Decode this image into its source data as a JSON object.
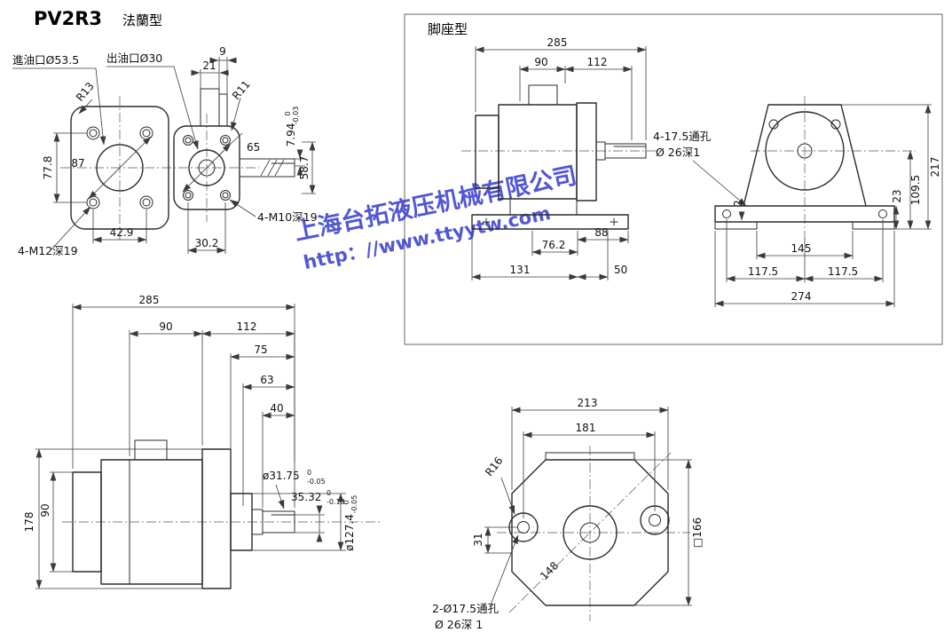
{
  "header": {
    "model": "PV2R3",
    "type_label": "法蘭型"
  },
  "foot_section": {
    "title": "脚座型"
  },
  "watermark": {
    "line1": "上海台拓液压机械有限公司",
    "line2": "http：//www.ttyytw.com",
    "color": "#2b33cc"
  },
  "colors": {
    "line": "#2b2b2b",
    "dim": "#3a3a3a"
  },
  "flange_front": {
    "inlet_label": "進油口Ø53.5",
    "outlet_label": "出油口Ø30",
    "d9": "9",
    "d21": "21",
    "r13": "R13",
    "r11": "R11",
    "d87": "87",
    "d77_8": "77.8",
    "d65": "65",
    "d7_94": "7.94",
    "d7_94_hi": "0",
    "d7_94_lo": "-0.03",
    "d58_7": "58.7",
    "d42_9": "42.9",
    "d30_2": "30.2",
    "m10": "4-M10深19",
    "m12": "4-M12深19"
  },
  "flange_side": {
    "d285": "285",
    "d90_top": "90",
    "d112": "112",
    "d75": "75",
    "d63": "63",
    "d40": "40",
    "d90_left": "90",
    "d178": "178",
    "shaft_dia": "ø31.75",
    "shaft_hi": "0",
    "shaft_lo": "-0.05",
    "key_h": "35.32",
    "key_hi": "0",
    "key_lo": "-0.18",
    "pilot": "ø127.4",
    "pilot_hi": "0",
    "pilot_lo": "-0.05"
  },
  "foot_side": {
    "d285": "285",
    "d90": "90",
    "d112": "112",
    "d76_2": "76.2",
    "d88": "88",
    "d131": "131",
    "d50": "50",
    "note1": "4-17.5通孔",
    "note2": "Ø 26深1"
  },
  "foot_rear": {
    "d217": "217",
    "d109_5": "109.5",
    "d23": "23",
    "d2": "2",
    "d145": "145",
    "d117_5_l": "117.5",
    "d117_5_r": "117.5",
    "d274": "274"
  },
  "foot_front": {
    "d213": "213",
    "d181": "181",
    "r16": "R16",
    "d166": "□166",
    "d31": "31",
    "d148": "148",
    "note1": "2-Ø17.5通孔",
    "note2": "Ø 26深 1"
  }
}
